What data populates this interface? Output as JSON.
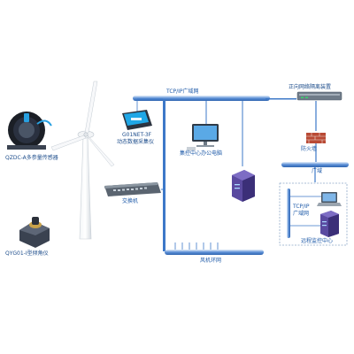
{
  "labels": {
    "tcp_wan_top": "TCP/IP广域网",
    "isolation_device": "正向网络隔离装置",
    "firewall": "防火墙",
    "wan_bus": "广域",
    "control_center_pc": "集控中心办公电脑",
    "g01net_line1": "G01NET-3F",
    "g01net_line2": "动态数据采集仪",
    "qzdc_sensor": "QZDC-A多参量传感器",
    "switch": "交换机",
    "qyg_inclinometer": "QYG01-I型倾角仪",
    "farm_network": "风机环网",
    "remote_tcp_line1": "TCP/IP",
    "remote_tcp_line2": "广域网",
    "remote_center": "远程监控中心"
  },
  "colors": {
    "bus_blue": "#3d78c8",
    "bus_light": "#cfe0f6",
    "label_blue": "#1e5aa8",
    "device_dark": "#2b3a4a",
    "device_gray": "#8a96a3",
    "server_purple": "#4b3a8c",
    "sensor_blue": "#1aa0e0"
  },
  "icons": {
    "turbine": "wind-turbine-icon",
    "sensor": "multi-parameter-sensor-icon",
    "collector": "data-collector-icon",
    "switch": "network-switch-icon",
    "inclinometer": "inclinometer-icon",
    "computer": "desktop-computer-icon",
    "server": "server-icon",
    "isolator": "isolation-device-icon",
    "firewall": "firewall-icon",
    "laptop": "laptop-icon"
  }
}
